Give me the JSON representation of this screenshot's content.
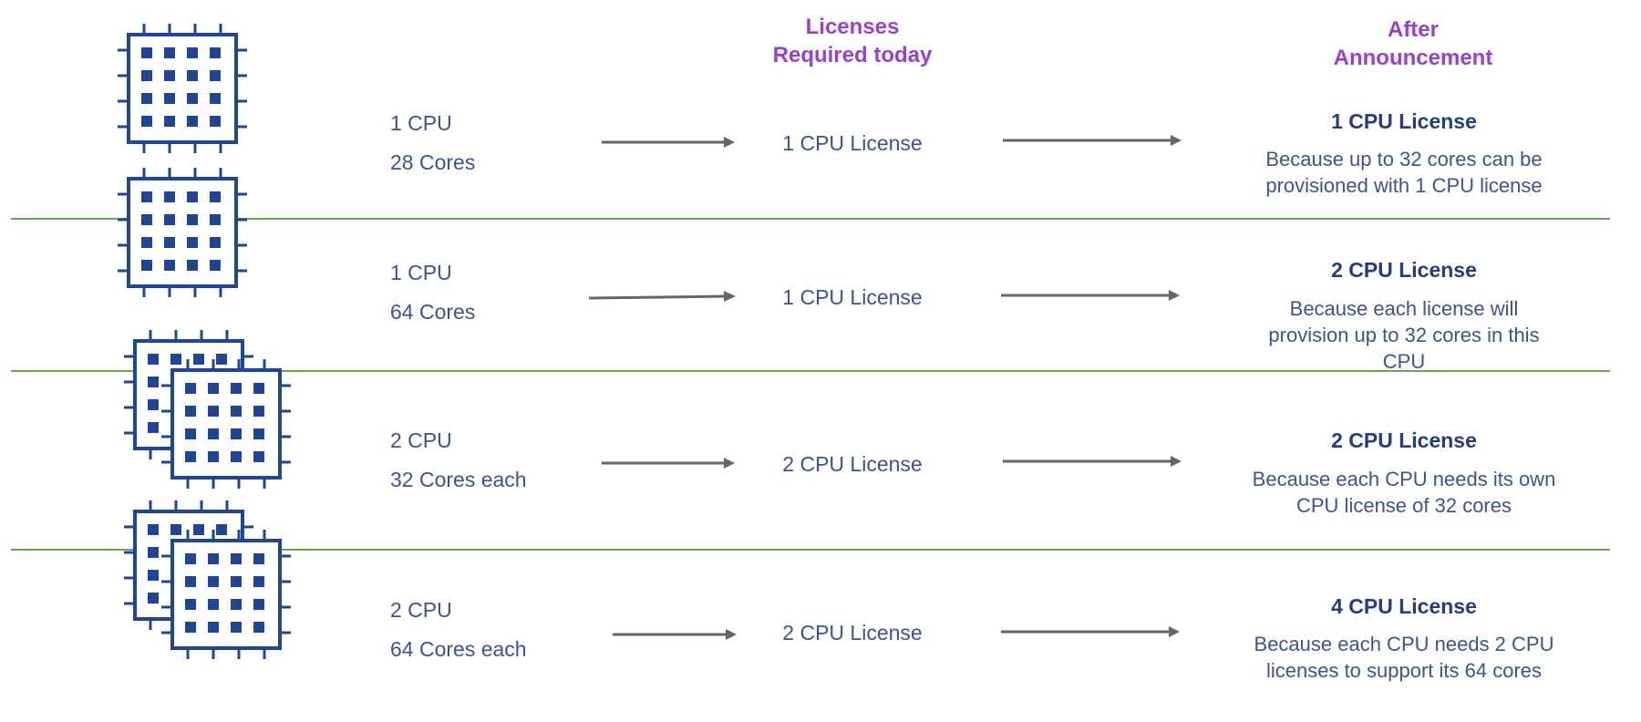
{
  "headers": {
    "today": [
      "Licenses",
      "Required today"
    ],
    "after": [
      "After",
      "Announcement"
    ]
  },
  "colors": {
    "header": "#9b3fd3",
    "text": "#3a5394",
    "title": "#253d7e",
    "chip": "#1f4597",
    "divider": "#6aa84f",
    "arrow": "#666666"
  },
  "rows": [
    {
      "icon": "single-cpu-chip-icon",
      "cpu_count": "1 CPU",
      "cores": "28 Cores",
      "today_license": "1 CPU License",
      "after_title": "1 CPU License",
      "after_desc": [
        "Because up to 32 cores can be",
        "provisioned with 1 CPU license"
      ]
    },
    {
      "icon": "single-cpu-chip-icon",
      "cpu_count": "1 CPU",
      "cores": "64 Cores",
      "today_license": "1 CPU License",
      "after_title": "2 CPU License",
      "after_desc": [
        "Because each license will",
        "provision up to 32 cores in this",
        "CPU"
      ]
    },
    {
      "icon": "dual-cpu-chip-icon",
      "cpu_count": "2 CPU",
      "cores": "32 Cores each",
      "today_license": "2 CPU License",
      "after_title": "2 CPU License",
      "after_desc": [
        "Because each CPU needs its own",
        "CPU license of 32 cores"
      ]
    },
    {
      "icon": "dual-cpu-chip-icon",
      "cpu_count": "2 CPU",
      "cores": "64 Cores each",
      "today_license": "2 CPU License",
      "after_title": "4 CPU License",
      "after_desc": [
        "Because each CPU needs 2 CPU",
        "licenses to support its 64 cores"
      ]
    }
  ]
}
